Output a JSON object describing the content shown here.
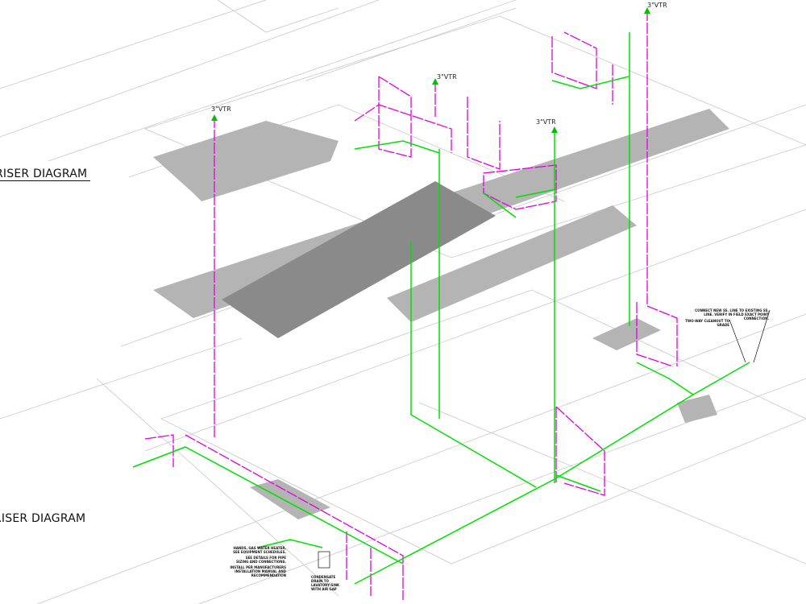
{
  "titles": {
    "upper": "RISER DIAGRAM",
    "lower": "RISER DIAGRAM"
  },
  "vent_labels": [
    "3\"VTR",
    "3\"VTR",
    "3\"VTR",
    "3\"VTR"
  ],
  "notes": {
    "connect": "CONNECT NEW SS. LINE TO EXISTING SS. LINE. VERIFY IN FIELD EXACT POINT CONNECTION.",
    "cleanout": "TWO-WAY CLEANOUT TO GRADE",
    "heater1": "HANDS, GAS WATER HEATER, SEE EQUIPMENT SCHEDULES.",
    "heater2": "SEE DETAILS FOR PIPE SIZING AND CONNECTIONS.",
    "heater3": "INSTALL PER MANUFACTURERS INSTALLATION MANUAL AND RECOMMENDATION",
    "drain": "CONDENSATE DRAIN TO LAVATORY/SINK WITH AIR GAP"
  },
  "colors": {
    "sanitary": "#00e000",
    "vent": "#e000e0",
    "slab": "#b4b4b4",
    "slab_dark": "#8a8a8a",
    "linework": "#c8c8c8"
  }
}
